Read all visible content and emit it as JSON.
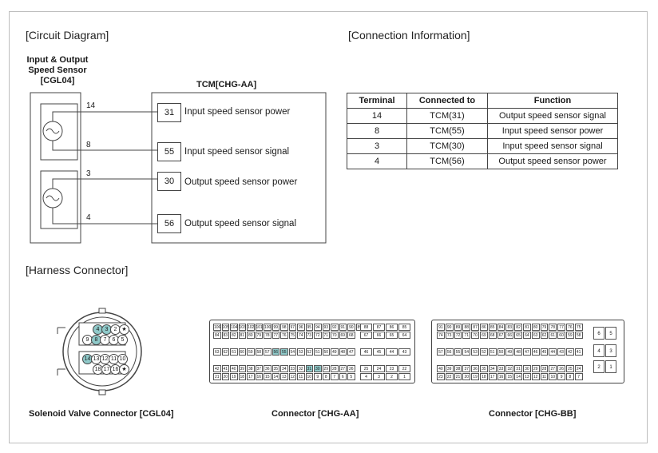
{
  "sections": {
    "circuit": "[Circuit Diagram]",
    "connection": "[Connection Information]",
    "harness": "[Harness Connector]"
  },
  "sensor": {
    "line1": "Input & Output",
    "line2": "Speed Sensor",
    "line3": "[CGL04]"
  },
  "tcm": {
    "title": "TCM[CHG-AA]",
    "pins": [
      {
        "pin": "31",
        "label": "Input speed sensor power"
      },
      {
        "pin": "55",
        "label": "Input speed sensor signal"
      },
      {
        "pin": "30",
        "label": "Output speed sensor power"
      },
      {
        "pin": "56",
        "label": "Output speed sensor signal"
      }
    ]
  },
  "wires": [
    "14",
    "8",
    "3",
    "4"
  ],
  "table": {
    "headers": [
      "Terminal",
      "Connected to",
      "Function"
    ],
    "rows": [
      [
        "14",
        "TCM(31)",
        "Output speed sensor signal"
      ],
      [
        "8",
        "TCM(55)",
        "Input speed sensor power"
      ],
      [
        "3",
        "TCM(30)",
        "Input speed sensor signal"
      ],
      [
        "4",
        "TCM(56)",
        "Output speed sensor power"
      ]
    ]
  },
  "captions": {
    "solenoid": "Solenoid Valve Connector [CGL04]",
    "chg_aa": "Connector [CHG-AA]",
    "chg_bb": "Connector [CHG-BB]"
  },
  "round_connector": {
    "row1": [
      "4",
      "3",
      "2",
      "★"
    ],
    "row2": [
      "9",
      "8",
      "7",
      "6",
      "5"
    ],
    "row3": [
      "14",
      "13",
      "12",
      "11",
      "10"
    ],
    "row4": [
      "18",
      "17",
      "16",
      "★"
    ],
    "highlighted": [
      "4",
      "3",
      "8",
      "14"
    ],
    "highlight_color": "#8fc9c9"
  },
  "chg_aa_connector": {
    "row1": [
      "106",
      "105",
      "104",
      "103",
      "102",
      "101",
      "100",
      "99",
      "98",
      "97",
      "96",
      "95",
      "94",
      "93",
      "92",
      "91",
      "90",
      "89"
    ],
    "row1_side": [
      "88",
      "87",
      "86",
      "85"
    ],
    "row2": [
      "84",
      "83",
      "82",
      "81",
      "80",
      "79",
      "78",
      "77",
      "76",
      "75",
      "74",
      "73",
      "72",
      "71",
      "70",
      "69",
      "68"
    ],
    "row2_side": [
      "67",
      "66",
      "65",
      "64"
    ],
    "row3": [
      "63",
      "62",
      "61",
      "60",
      "59",
      "58",
      "57",
      "56",
      "55",
      "54",
      "53",
      "52",
      "51",
      "50",
      "49",
      "48",
      "47"
    ],
    "row3_side": [
      "46",
      "45",
      "44",
      "43"
    ],
    "row4": [
      "42",
      "41",
      "40",
      "39",
      "38",
      "37",
      "36",
      "35",
      "34",
      "33",
      "32",
      "31",
      "30",
      "29",
      "28",
      "27",
      "26"
    ],
    "row4_side": [
      "25",
      "24",
      "23",
      "22"
    ],
    "row5": [
      "21",
      "20",
      "19",
      "18",
      "17",
      "16",
      "15",
      "14",
      "13",
      "12",
      "11",
      "10",
      "9",
      "8",
      "7",
      "6",
      "5"
    ],
    "row5_side": [
      "4",
      "3",
      "2",
      "1"
    ],
    "highlighted": [
      "56",
      "55",
      "31",
      "30"
    ],
    "highlight_color": "#8fc9c9"
  },
  "chg_bb_connector": {
    "row1": [
      "91",
      "90",
      "89",
      "88",
      "87",
      "86",
      "85",
      "84",
      "83",
      "82",
      "81",
      "80",
      "79",
      "78",
      "77",
      "76",
      "75"
    ],
    "row2": [
      "74",
      "73",
      "72",
      "71",
      "70",
      "69",
      "68",
      "67",
      "66",
      "65",
      "64",
      "63",
      "62",
      "61",
      "60",
      "59",
      "58"
    ],
    "row3": [
      "57",
      "56",
      "55",
      "54",
      "53",
      "52",
      "51",
      "50",
      "49",
      "48",
      "47",
      "46",
      "45",
      "44",
      "43",
      "42",
      "41"
    ],
    "row4": [
      "40",
      "39",
      "38",
      "37",
      "36",
      "35",
      "34",
      "33",
      "32",
      "31",
      "30",
      "29",
      "28",
      "27",
      "26",
      "25",
      "24"
    ],
    "row5": [
      "23",
      "22",
      "21",
      "20",
      "19",
      "18",
      "17",
      "16",
      "15",
      "14",
      "13",
      "12",
      "11",
      "10",
      "9",
      "8",
      "7"
    ],
    "side_top": [
      "6",
      "5"
    ],
    "side_mid": [
      "4",
      "3"
    ],
    "side_bot": [
      "2",
      "1"
    ]
  }
}
